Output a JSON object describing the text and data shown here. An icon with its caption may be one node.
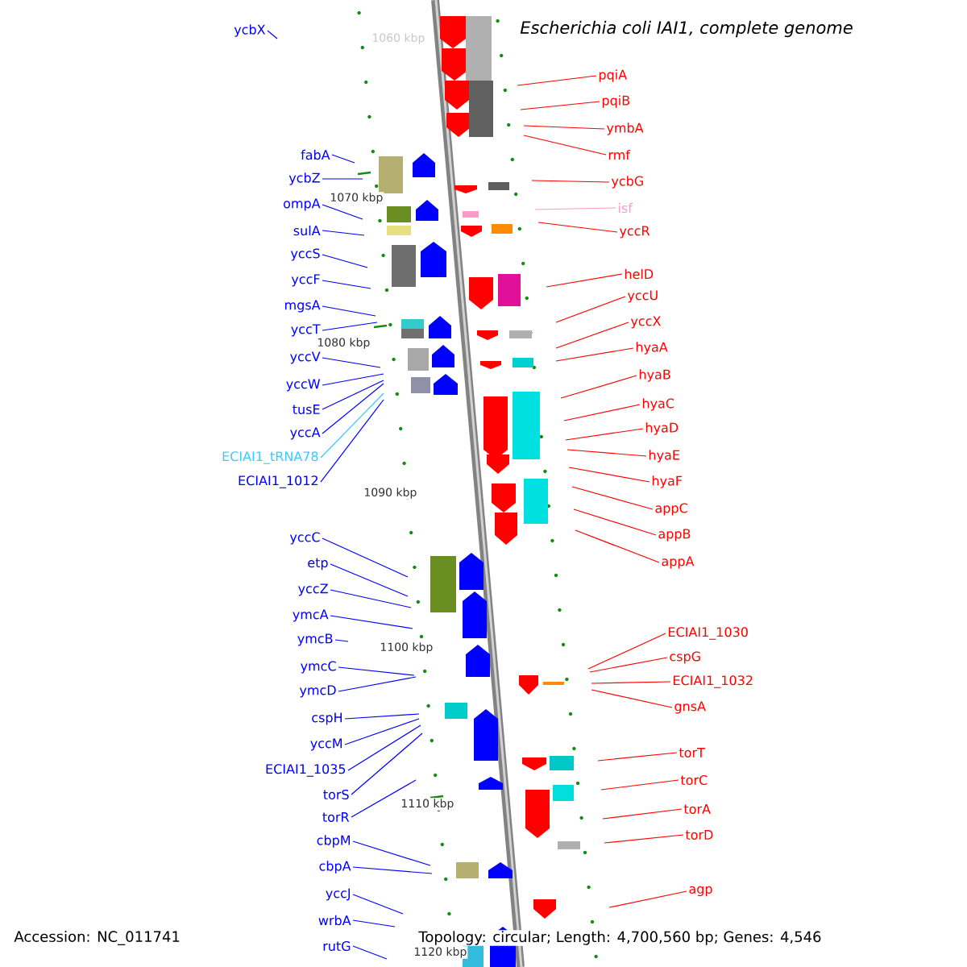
{
  "diagram": {
    "title": "Escherichia coli IAI1, complete genome",
    "nodes": [
      {
        "text": [
          "ycbX"
        ]
      },
      {
        "text": [
          "fabA"
        ]
      },
      {
        "text": [
          "ycbZ"
        ]
      },
      {
        "text": [
          "ompA"
        ]
      },
      {
        "text": [
          "sulA"
        ]
      },
      {
        "text": [
          "yccS"
        ]
      },
      {
        "text": [
          "yccF"
        ]
      },
      {
        "text": [
          "mgsA"
        ]
      },
      {
        "text": [
          "yccT"
        ]
      },
      {
        "text": [
          "yccV"
        ]
      },
      {
        "text": [
          "yccW"
        ]
      },
      {
        "text": [
          "tusE"
        ]
      },
      {
        "text": [
          "yccA"
        ]
      },
      {
        "text": [
          "ECIAI1_tRNA78"
        ]
      },
      {
        "text": [
          "ECIAI1_1012"
        ]
      },
      {
        "text": [
          "yccC"
        ]
      },
      {
        "text": [
          "etp"
        ]
      },
      {
        "text": [
          "yccZ"
        ]
      },
      {
        "text": [
          "ymcA"
        ]
      },
      {
        "text": [
          "ymcB"
        ]
      },
      {
        "text": [
          "ymcC"
        ]
      },
      {
        "text": [
          "ymcD"
        ]
      },
      {
        "text": [
          "cspH"
        ]
      },
      {
        "text": [
          "yccM"
        ]
      },
      {
        "text": [
          "ECIAI1_1035"
        ]
      },
      {
        "text": [
          "torS"
        ]
      },
      {
        "text": [
          "torR"
        ]
      },
      {
        "text": [
          "cbpM"
        ]
      },
      {
        "text": [
          "cbpA"
        ]
      },
      {
        "text": [
          "yccJ"
        ]
      },
      {
        "text": [
          "wrbA"
        ]
      },
      {
        "text": [
          "rutG"
        ]
      },
      {
        "text": [
          "pqiA"
        ]
      },
      {
        "text": [
          "pqiB"
        ]
      },
      {
        "text": [
          "ymbA"
        ]
      },
      {
        "text": [
          "rmf"
        ]
      },
      {
        "text": [
          "ycbG"
        ]
      },
      {
        "text": [
          "isf"
        ]
      },
      {
        "text": [
          "yccR"
        ]
      },
      {
        "text": [
          "helD"
        ]
      },
      {
        "text": [
          "yccU"
        ]
      },
      {
        "text": [
          "yccX"
        ]
      },
      {
        "text": [
          "hyaA"
        ]
      },
      {
        "text": [
          "hyaB"
        ]
      },
      {
        "text": [
          "hyaC"
        ]
      },
      {
        "text": [
          "hyaD"
        ]
      },
      {
        "text": [
          "hyaE"
        ]
      },
      {
        "text": [
          "hyaF"
        ]
      },
      {
        "text": [
          "appC"
        ]
      },
      {
        "text": [
          "appB"
        ]
      },
      {
        "text": [
          "appA"
        ]
      },
      {
        "text": [
          "ECIAI1_1030"
        ]
      },
      {
        "text": [
          "cspG"
        ]
      },
      {
        "text": [
          "ECIAI1_1032"
        ]
      },
      {
        "text": [
          "gnsA"
        ]
      },
      {
        "text": [
          "torT"
        ]
      },
      {
        "text": [
          "torC"
        ]
      },
      {
        "text": [
          "torA"
        ]
      },
      {
        "text": [
          "torD"
        ]
      },
      {
        "text": [
          "agp"
        ]
      }
    ],
    "edges": [
      {
        "from": 0,
        "to": null,
        "arrow": "none",
        "color": "#0000ff"
      },
      {
        "from": 1,
        "to": null,
        "arrow": "none",
        "color": "#0000ff"
      },
      {
        "from": 2,
        "to": null,
        "arrow": "none",
        "color": "#0000ff"
      },
      {
        "from": 3,
        "to": null,
        "arrow": "none",
        "color": "#0000ff"
      },
      {
        "from": 4,
        "to": null,
        "arrow": "none",
        "color": "#0000ff"
      },
      {
        "from": 5,
        "to": null,
        "arrow": "none",
        "color": "#0000ff"
      },
      {
        "from": 6,
        "to": null,
        "arrow": "none",
        "color": "#0000ff"
      },
      {
        "from": 7,
        "to": null,
        "arrow": "none",
        "color": "#0000ff"
      },
      {
        "from": 8,
        "to": null,
        "arrow": "none",
        "color": "#0000ff"
      },
      {
        "from": 9,
        "to": null,
        "arrow": "none",
        "color": "#0000ff"
      },
      {
        "from": 10,
        "to": null,
        "arrow": "none",
        "color": "#0000ff"
      },
      {
        "from": 11,
        "to": null,
        "arrow": "none",
        "color": "#0000ff"
      },
      {
        "from": 12,
        "to": null,
        "arrow": "none",
        "color": "#0000ff"
      },
      {
        "from": 13,
        "to": null,
        "arrow": "none",
        "color": "#33ccff"
      },
      {
        "from": 14,
        "to": null,
        "arrow": "none",
        "color": "#0000ff"
      },
      {
        "from": 15,
        "to": null,
        "arrow": "none",
        "color": "#0000ff"
      },
      {
        "from": 16,
        "to": null,
        "arrow": "none",
        "color": "#0000ff"
      },
      {
        "from": 17,
        "to": null,
        "arrow": "none",
        "color": "#0000ff"
      },
      {
        "from": 18,
        "to": null,
        "arrow": "none",
        "color": "#0000ff"
      },
      {
        "from": 19,
        "to": null,
        "arrow": "none",
        "color": "#0000ff"
      },
      {
        "from": 20,
        "to": null,
        "arrow": "none",
        "color": "#0000ff"
      },
      {
        "from": 21,
        "to": null,
        "arrow": "none",
        "color": "#0000ff"
      },
      {
        "from": 22,
        "to": null,
        "arrow": "none",
        "color": "#0000ff"
      },
      {
        "from": 23,
        "to": null,
        "arrow": "none",
        "color": "#0000ff"
      },
      {
        "from": 24,
        "to": null,
        "arrow": "none",
        "color": "#0000ff"
      },
      {
        "from": 25,
        "to": null,
        "arrow": "none",
        "color": "#0000ff"
      },
      {
        "from": 26,
        "to": null,
        "arrow": "none",
        "color": "#0000ff"
      },
      {
        "from": 27,
        "to": null,
        "arrow": "none",
        "color": "#0000ff"
      },
      {
        "from": 28,
        "to": null,
        "arrow": "none",
        "color": "#0000ff"
      },
      {
        "from": 29,
        "to": null,
        "arrow": "none",
        "color": "#0000ff"
      },
      {
        "from": 30,
        "to": null,
        "arrow": "none",
        "color": "#0000ff"
      },
      {
        "from": 31,
        "to": null,
        "arrow": "none",
        "color": "#0000ff"
      },
      {
        "from": 32,
        "to": null,
        "arrow": "none",
        "color": "#ff0000"
      },
      {
        "from": 33,
        "to": null,
        "arrow": "none",
        "color": "#ff0000"
      },
      {
        "from": 34,
        "to": null,
        "arrow": "none",
        "color": "#ff0000"
      },
      {
        "from": 35,
        "to": null,
        "arrow": "none",
        "color": "#ff0000"
      },
      {
        "from": 36,
        "to": null,
        "arrow": "none",
        "color": "#ff0000"
      },
      {
        "from": 37,
        "to": null,
        "arrow": "none",
        "color": "#ff99cc"
      },
      {
        "from": 38,
        "to": null,
        "arrow": "none",
        "color": "#ff0000"
      },
      {
        "from": 39,
        "to": null,
        "arrow": "none",
        "color": "#ff0000"
      },
      {
        "from": 40,
        "to": null,
        "arrow": "none",
        "color": "#ff0000"
      },
      {
        "from": 41,
        "to": null,
        "arrow": "none",
        "color": "#ff0000"
      },
      {
        "from": 42,
        "to": null,
        "arrow": "none",
        "color": "#ff0000"
      },
      {
        "from": 43,
        "to": null,
        "arrow": "none",
        "color": "#ff0000"
      },
      {
        "from": 44,
        "to": null,
        "arrow": "none",
        "color": "#ff0000"
      },
      {
        "from": 45,
        "to": null,
        "arrow": "none",
        "color": "#ff0000"
      },
      {
        "from": 46,
        "to": null,
        "arrow": "none",
        "color": "#ff0000"
      },
      {
        "from": 47,
        "to": null,
        "arrow": "none",
        "color": "#ff0000"
      },
      {
        "from": 48,
        "to": null,
        "arrow": "none",
        "color": "#ff0000"
      },
      {
        "from": 49,
        "to": null,
        "arrow": "none",
        "color": "#ff0000"
      },
      {
        "from": 50,
        "to": null,
        "arrow": "none",
        "color": "#ff0000"
      },
      {
        "from": 51,
        "to": null,
        "arrow": "none",
        "color": "#ff0000"
      },
      {
        "from": 52,
        "to": null,
        "arrow": "none",
        "color": "#ff0000"
      },
      {
        "from": 53,
        "to": null,
        "arrow": "none",
        "color": "#ff0000"
      },
      {
        "from": 54,
        "to": null,
        "arrow": "none",
        "color": "#ff0000"
      },
      {
        "from": 55,
        "to": null,
        "arrow": "none",
        "color": "#ff0000"
      },
      {
        "from": 56,
        "to": null,
        "arrow": "none",
        "color": "#ff0000"
      },
      {
        "from": 57,
        "to": null,
        "arrow": "none",
        "color": "#ff0000"
      },
      {
        "from": 58,
        "to": null,
        "arrow": "none",
        "color": "#ff0000"
      },
      {
        "from": 59,
        "to": null,
        "arrow": "none",
        "color": "#ff0000"
      }
    ],
    "labels": [
      "1060 kbp",
      "1070 kbp",
      "1080 kbp",
      "1090 kbp",
      "1100 kbp",
      "1110 kbp",
      "1120 kbp",
      "Accession: NC_011741",
      "Topology: circular; Length: 4,700,560 bp; Genes: 4,546"
    ]
  }
}
